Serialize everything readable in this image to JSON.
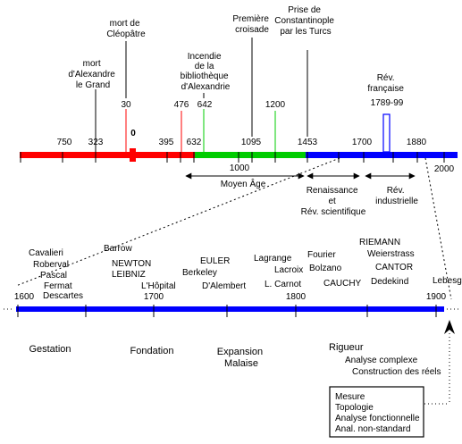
{
  "upper_timeline": {
    "events": [
      {
        "lines": [
          "mort",
          "d'Alexandre",
          "le Grand"
        ]
      },
      {
        "lines": [
          "mort de",
          "Cléopâtre"
        ]
      },
      {
        "lines": [
          "Incendie",
          "de la",
          "bibliothèque",
          "d'Alexandrie"
        ]
      },
      {
        "lines": [
          "Première",
          "croisade"
        ]
      },
      {
        "lines": [
          "Prise de",
          "Constantinople",
          "par les Turcs"
        ]
      },
      {
        "lines": [
          "Rév.",
          "française",
          "1789-99"
        ]
      }
    ],
    "marker_years": [
      "323",
      "30",
      "476",
      "642",
      "1200",
      "1453"
    ],
    "axis_labels": [
      "750",
      "0",
      "395",
      "632",
      "1095",
      "1700",
      "1880",
      "2000"
    ],
    "period_values": [
      "1000"
    ],
    "periods": [
      {
        "lines": [
          "Moyen Âge"
        ]
      },
      {
        "lines": [
          "Renaissance",
          "et",
          "Rév. scientifique"
        ]
      },
      {
        "lines": [
          "Rév.",
          "industrielle"
        ]
      }
    ],
    "colors": {
      "antiquity": "#ff0000",
      "middle_ages": "#00cc00",
      "modern": "#0000ff"
    }
  },
  "lower_timeline": {
    "year_labels": [
      "1600",
      "1700",
      "1800",
      "1900"
    ],
    "mathematicians": [
      "Cavalieri",
      "Roberval",
      "Pascal",
      "Fermat",
      "Descartes",
      "Barrow",
      "NEWTON",
      "LEIBNIZ",
      "L'Hôpital",
      "EULER",
      "Berkeley",
      "D'Alembert",
      "Lagrange",
      "Lacroix",
      "L. Carnot",
      "Fourier",
      "Bolzano",
      "CAUCHY",
      "RIEMANN",
      "Weierstrass",
      "CANTOR",
      "Dedekind",
      "Lebesgue"
    ],
    "phases": [
      {
        "lines": [
          "Gestation"
        ]
      },
      {
        "lines": [
          "Fondation"
        ]
      },
      {
        "lines": [
          "Expansion",
          "Malaise"
        ]
      },
      {
        "lines": [
          "Rigueur",
          "Analyse complexe",
          "Construction des réels"
        ]
      }
    ],
    "box_items": [
      "Mesure",
      "Topologie",
      "Analyse fonctionnelle",
      "Anal. non-standard"
    ],
    "colors": {
      "axis": "#0000ff"
    }
  }
}
